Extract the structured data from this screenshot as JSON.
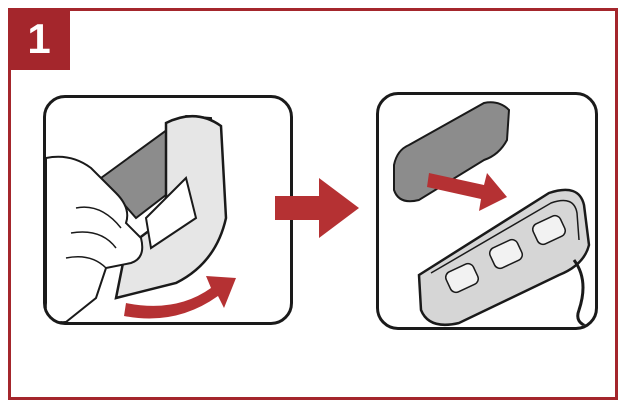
{
  "step": {
    "number": "1"
  },
  "colors": {
    "accent": "#a4262c",
    "arrow": "#b53133",
    "pad_gray": "#8c8c8c",
    "line": "#1a1a1a",
    "device_fill": "#d6d6d6"
  },
  "icons": {
    "peel": "peel-backing-illustration",
    "attach": "attach-device-illustration",
    "next": "right-arrow-icon"
  }
}
